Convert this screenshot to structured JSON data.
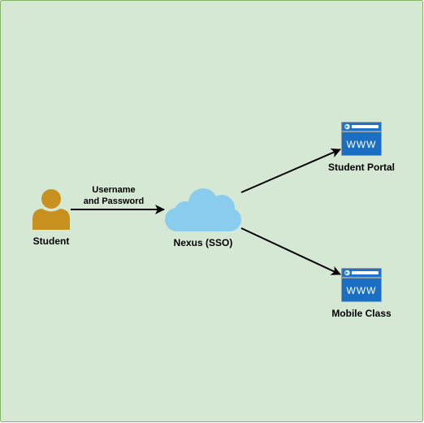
{
  "nodes": {
    "student": {
      "label": "Student",
      "icon": "person-icon",
      "color": "#C8901E"
    },
    "sso": {
      "label": "Nexus (SSO)",
      "icon": "cloud-icon",
      "color": "#89CCEE"
    },
    "portal": {
      "label": "Student Portal",
      "icon": "browser-www-icon",
      "icon_text": "WWW"
    },
    "mobile": {
      "label": "Mobile Class",
      "icon": "browser-www-icon",
      "icon_text": "WWW"
    }
  },
  "edges": {
    "student_to_sso": {
      "label_line1": "Username",
      "label_line2": "and Password"
    },
    "sso_to_portal": {},
    "sso_to_mobile": {}
  },
  "colors": {
    "background": "#D5E8D4",
    "border": "#82B366",
    "browser_frame": "#8D9EA6",
    "browser_header": "#1E72C8",
    "browser_body": "#1B6FC2"
  }
}
